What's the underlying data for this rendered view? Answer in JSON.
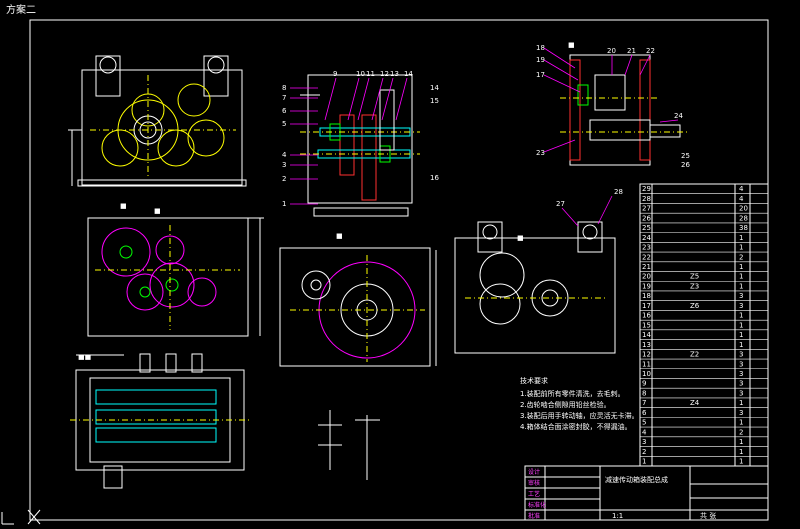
{
  "window": {
    "title": "方案二"
  },
  "colors": {
    "background": "#000000",
    "frame": "#ffffff",
    "leader": "#ff00ff",
    "centerline": "#ffff00"
  },
  "drawing": {
    "title": "减速传动箱装配总成",
    "tech_requirements": {
      "heading": "技术要求",
      "items": [
        "1.装配前所有零件清洗，去毛刺。",
        "2.齿轮啮合侧隙用铅丝检验。",
        "3.装配后用手转动轴，应灵活无卡滞。",
        "4.箱体结合面涂密封胶，不得漏油。"
      ]
    },
    "view_tags": {
      "top": "■",
      "left": "■",
      "mid": "■",
      "right": "■",
      "plan": "■■"
    },
    "section_a_labels": [
      "8",
      "7",
      "6",
      "5",
      "4",
      "3",
      "2",
      "1",
      "9",
      "10",
      "11",
      "12",
      "13",
      "14",
      "15",
      "16"
    ],
    "section_b_labels": [
      "18",
      "19",
      "17",
      "20",
      "21",
      "22",
      "23",
      "24",
      "25",
      "26"
    ],
    "right_view_labels": [
      "27",
      "28"
    ],
    "bom_rows": [
      {
        "no": "29",
        "qty": "4",
        "note": ""
      },
      {
        "no": "28",
        "qty": "4",
        "note": ""
      },
      {
        "no": "27",
        "qty": "20",
        "note": ""
      },
      {
        "no": "26",
        "qty": "28",
        "note": ""
      },
      {
        "no": "25",
        "qty": "38",
        "note": ""
      },
      {
        "no": "24",
        "qty": "1",
        "note": ""
      },
      {
        "no": "23",
        "qty": "1",
        "note": ""
      },
      {
        "no": "22",
        "qty": "2",
        "note": ""
      },
      {
        "no": "21",
        "qty": "1",
        "note": ""
      },
      {
        "no": "20",
        "qty": "1",
        "note": ""
      },
      {
        "no": "19",
        "qty": "1",
        "note": ""
      },
      {
        "no": "18",
        "qty": "3",
        "note": ""
      },
      {
        "no": "17",
        "qty": "3",
        "note": ""
      },
      {
        "no": "16",
        "qty": "1",
        "note": ""
      },
      {
        "no": "15",
        "qty": "1",
        "note": ""
      },
      {
        "no": "14",
        "qty": "1",
        "note": ""
      },
      {
        "no": "13",
        "qty": "1",
        "note": ""
      },
      {
        "no": "12",
        "qty": "3",
        "note": ""
      },
      {
        "no": "11",
        "qty": "3",
        "note": ""
      },
      {
        "no": "10",
        "qty": "3",
        "note": ""
      },
      {
        "no": "9",
        "qty": "3",
        "note": ""
      },
      {
        "no": "8",
        "qty": "3",
        "note": ""
      },
      {
        "no": "7",
        "qty": "1",
        "note": ""
      },
      {
        "no": "6",
        "qty": "3",
        "note": ""
      },
      {
        "no": "5",
        "qty": "1",
        "note": ""
      },
      {
        "no": "4",
        "qty": "2",
        "note": ""
      },
      {
        "no": "3",
        "qty": "1",
        "note": ""
      },
      {
        "no": "2",
        "qty": "1",
        "note": ""
      },
      {
        "no": "1",
        "qty": "1",
        "note": ""
      }
    ],
    "bom_name_fragments": [
      "Z5",
      "Z3",
      "Z6",
      "Z4",
      "Z2"
    ],
    "title_block": {
      "rows": [
        "设计",
        "审核",
        "工艺",
        "标准化",
        "批准"
      ],
      "scale": "1:1",
      "sheet": "共 张"
    }
  }
}
